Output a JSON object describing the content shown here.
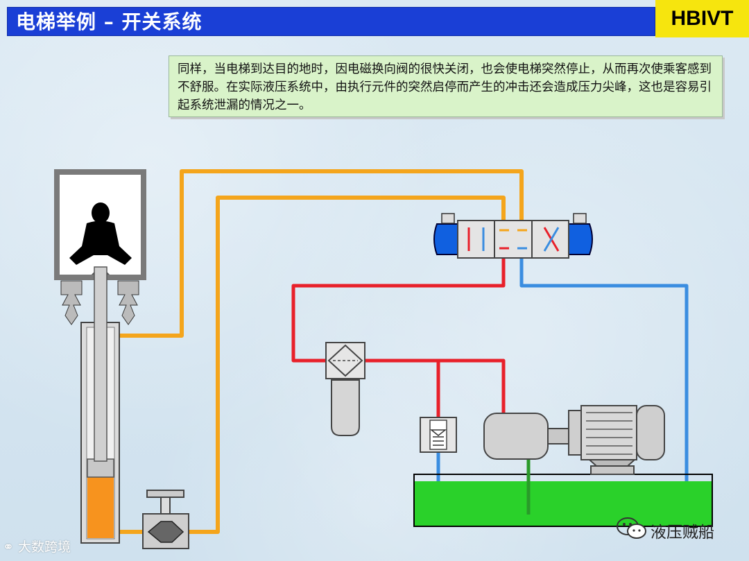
{
  "header": {
    "title": "电梯举例 – 开关系统",
    "brand": "HBIVT"
  },
  "note": {
    "text": "同样，当电梯到达目的地时，因电磁换向阀的很快关闭，也会使电梯突然停止，从而再次使乘客感到不舒服。在实际液压系统中，由执行元件的突然启停而产生的冲击还会造成压力尖峰，这也是容易引起系统泄漏的情况之一。"
  },
  "watermarks": {
    "left": "大数跨境",
    "right": "液压贼船"
  },
  "colors": {
    "header_blue": "#1a3fd6",
    "brand_yellow": "#f6e50e",
    "pressure_line": "#e8202a",
    "return_line": "#3a8de0",
    "actuator_line": "#f4a51c",
    "tank_fluid": "#2ad12a",
    "note_bg": "#d9f3c9"
  },
  "icons": [
    "passenger-icon",
    "wechat-icon",
    "weibo-icon"
  ]
}
